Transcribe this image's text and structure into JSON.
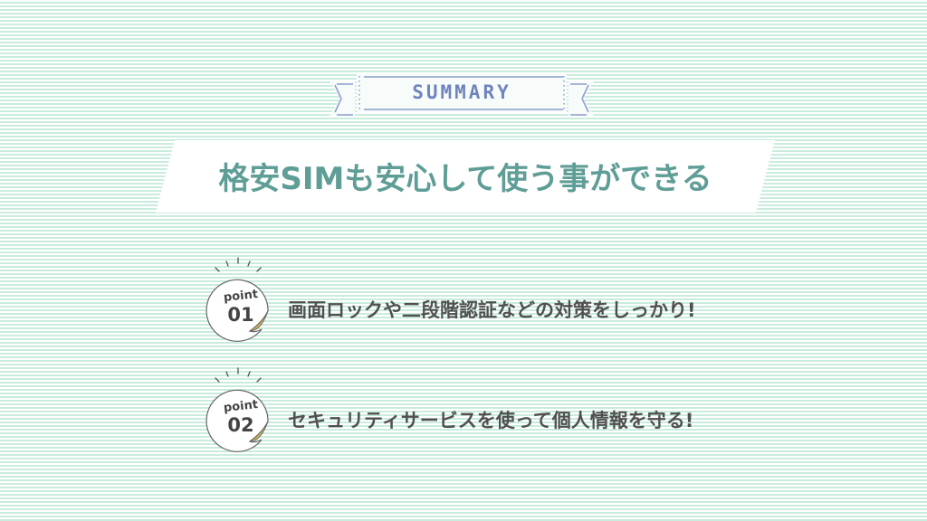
{
  "summary_ribbon": {
    "label": "SUMMARY",
    "color": "#6f84be"
  },
  "heading": {
    "text": "格安SIMも安心して使う事ができる",
    "color": "#5f9e96"
  },
  "points": [
    {
      "badge_word": "point",
      "badge_number": "01",
      "text": "画面ロックや二段階認証などの対策をしっかり!"
    },
    {
      "badge_word": "point",
      "badge_number": "02",
      "text": "セキュリティサービスを使って個人情報を守る!"
    }
  ],
  "colors": {
    "stripe": "#c9ecdc",
    "badge_peel": "#d9b54a",
    "body_text": "#505050"
  }
}
